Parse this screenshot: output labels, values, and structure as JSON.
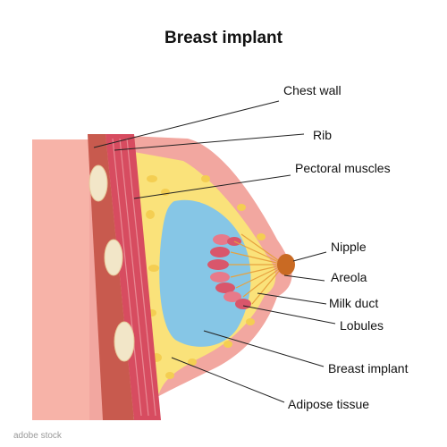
{
  "title": "Breast implant",
  "labels": {
    "chest_wall": "Chest wall",
    "rib": "Rib",
    "pectoral_muscles": "Pectoral muscles",
    "nipple": "Nipple",
    "areola": "Areola",
    "milk_duct": "Milk duct",
    "lobules": "Lobules",
    "breast_implant": "Breast implant",
    "adipose_tissue": "Adipose tissue"
  },
  "side_id": "1390902640",
  "watermark": "adobe stock",
  "colors": {
    "skin": "#F2A7A0",
    "chest_pink": "#F7B3A8",
    "fat": "#FAE27A",
    "fat_dark": "#F4CE52",
    "muscle": "#D74C60",
    "muscle_stripe": "#E88A94",
    "rib": "#F2E6C8",
    "implant": "#86C6E6",
    "lobule": "#D9566B",
    "nipple": "#C96A23",
    "duct": "#E7A23E"
  }
}
